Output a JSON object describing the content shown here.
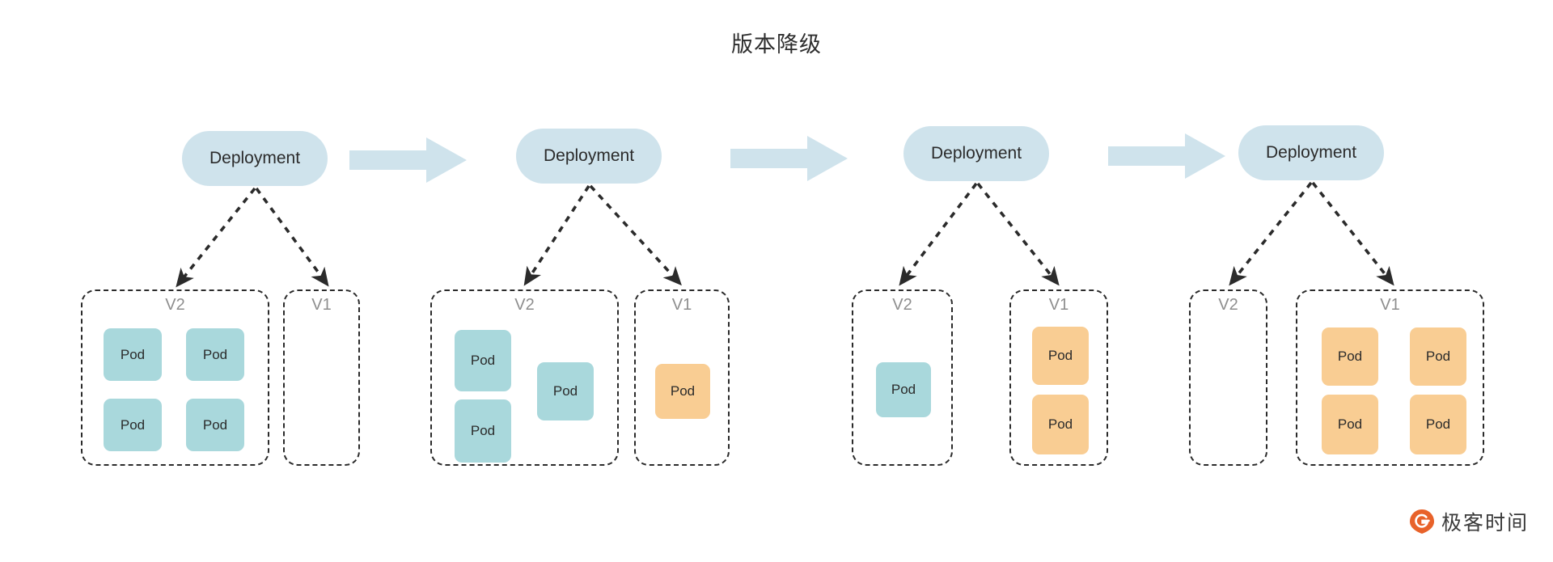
{
  "title": "版本降级",
  "colors": {
    "deployment_fill": "#cfe3ec",
    "arrow_fill": "#cfe3ec",
    "pod_v2_fill": "#a9d8dc",
    "pod_v1_fill": "#f9cd93",
    "dashed_stroke": "#2b2b2b",
    "version_label": "#8d8d8d",
    "logo_accent": "#e8622a"
  },
  "labels": {
    "deployment": "Deployment",
    "pod": "Pod",
    "v2": "V2",
    "v1": "V1"
  },
  "stages": [
    {
      "id": "stage-1",
      "deployment": "Deployment",
      "groups": [
        {
          "version": "V2",
          "pod_count": 4,
          "pod_label": "Pod",
          "kind": "v2"
        },
        {
          "version": "V1",
          "pod_count": 0,
          "pod_label": "Pod",
          "kind": "v1"
        }
      ]
    },
    {
      "id": "stage-2",
      "deployment": "Deployment",
      "groups": [
        {
          "version": "V2",
          "pod_count": 3,
          "pod_label": "Pod",
          "kind": "v2"
        },
        {
          "version": "V1",
          "pod_count": 1,
          "pod_label": "Pod",
          "kind": "v1"
        }
      ]
    },
    {
      "id": "stage-3",
      "deployment": "Deployment",
      "groups": [
        {
          "version": "V2",
          "pod_count": 1,
          "pod_label": "Pod",
          "kind": "v2"
        },
        {
          "version": "V1",
          "pod_count": 2,
          "pod_label": "Pod",
          "kind": "v1"
        }
      ]
    },
    {
      "id": "stage-4",
      "deployment": "Deployment",
      "groups": [
        {
          "version": "V2",
          "pod_count": 0,
          "pod_label": "Pod",
          "kind": "v2"
        },
        {
          "version": "V1",
          "pod_count": 4,
          "pod_label": "Pod",
          "kind": "v1"
        }
      ]
    }
  ],
  "transitions": [
    {
      "from": "stage-1",
      "to": "stage-2"
    },
    {
      "from": "stage-2",
      "to": "stage-3"
    },
    {
      "from": "stage-3",
      "to": "stage-4"
    }
  ],
  "footer": {
    "logo_text": "极客时间",
    "logo_icon": "geektime-logo-icon"
  }
}
